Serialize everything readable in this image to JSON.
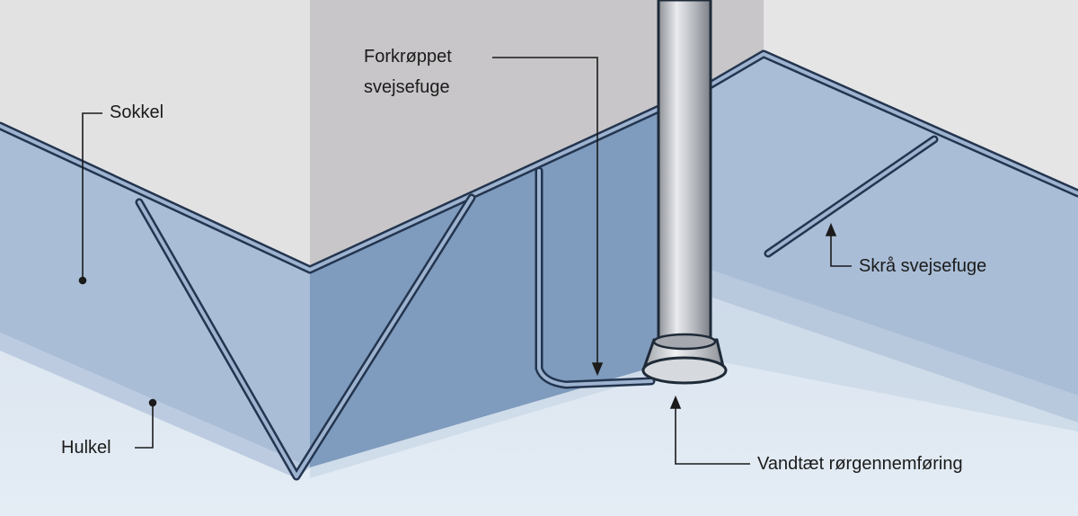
{
  "labels": {
    "sokkel": "Sokkel",
    "hulkel": "Hulkel",
    "forkroppet_line1": "Forkrøppet",
    "forkroppet_line2": "svejsefuge",
    "skra_svejsefuge": "Skrå svejsefuge",
    "vandtaet": "Vandtæt rørgennemføring"
  },
  "colors": {
    "wall_light": "#e3e2e3",
    "wall_shadow": "#c8c6c8",
    "membrane_light": "#a9bdd6",
    "membrane_dark": "#7f9bbd",
    "seam_outline": "#23354f",
    "floor": "#dfe8f1",
    "pipe": "#b9bcc2"
  }
}
